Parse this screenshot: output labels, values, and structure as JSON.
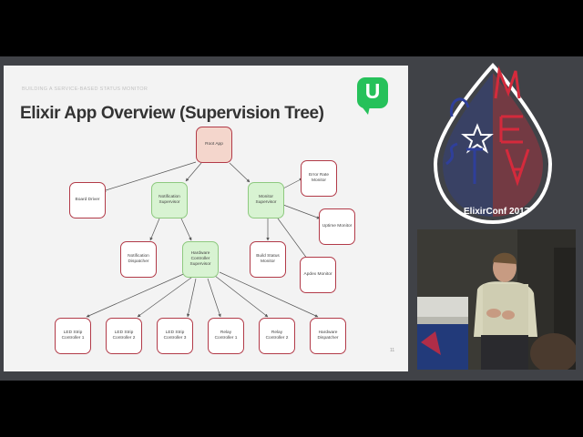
{
  "slide": {
    "breadcrumb": "BUILDING A SERVICE-BASED STATUS MONITOR",
    "title": "Elixir App Overview (Supervision Tree)",
    "logo_letter": "U",
    "page_number": "11",
    "nodes": {
      "root": "Root App",
      "board_driver": "Board Driver",
      "notification_supervisor": "Notification Supervisor",
      "monitor_supervisor": "Monitor Supervisor",
      "error_rate_monitor": "Error Rate Monitor",
      "uptime_monitor": "Uptime Monitor",
      "notification_dispatcher": "Notification Dispatcher",
      "hardware_controller_supervisor": "Hardware Controller Supervisor",
      "build_status_monitor": "Build Status Monitor",
      "apdex_monitor": "Apdex Monitor",
      "led_strip_1": "LED Strip Controller 1",
      "led_strip_2": "LED Strip Controller 2",
      "led_strip_3": "LED Strip Controller 3",
      "relay_1": "Relay Controller 1",
      "relay_2": "Relay Controller 2",
      "hardware_dispatcher": "Hardware Dispatcher"
    }
  },
  "conference": {
    "label": "ElixirConf 2017"
  },
  "colors": {
    "slide_background": "#f3f3f3",
    "node_border": "#b23a48",
    "root_fill": "#f4d6cc",
    "supervisor_fill": "#d8f3d2",
    "logo_green": "#26c15a",
    "badge_red": "#d42a3c",
    "badge_blue": "#2f3f9a"
  }
}
